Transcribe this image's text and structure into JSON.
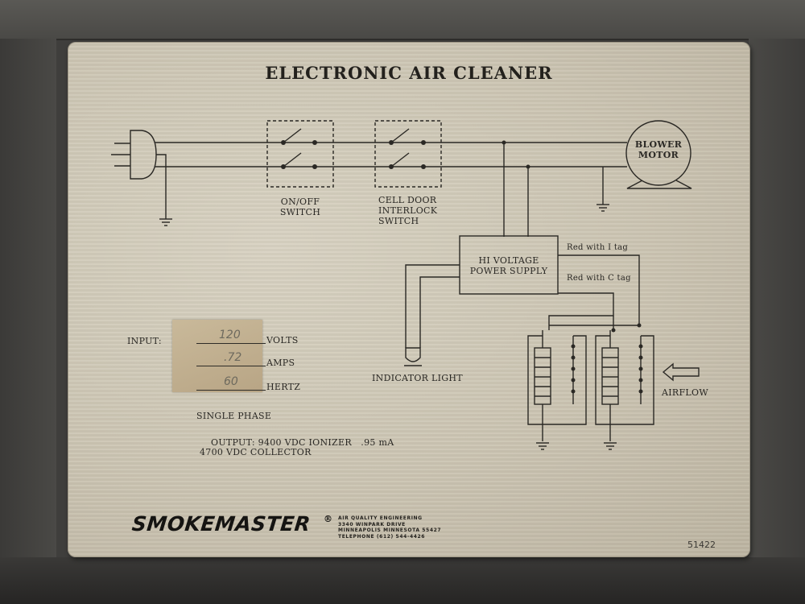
{
  "title": "ELECTRONIC AIR CLEANER",
  "labels": {
    "on_off_switch_line1": "ON/OFF",
    "on_off_switch_line2": "SWITCH",
    "cell_door_line1": "CELL DOOR",
    "cell_door_line2": "INTERLOCK",
    "cell_door_line3": "SWITCH",
    "blower_line1": "BLOWER",
    "blower_line2": "MOTOR",
    "power_supply_line1": "HI VOLTAGE",
    "power_supply_line2": "POWER SUPPLY",
    "red_i_tag": "Red with I tag",
    "red_c_tag": "Red with C tag",
    "indicator_light": "INDICATOR LIGHT",
    "airflow": "AIRFLOW"
  },
  "input": {
    "label": "INPUT:",
    "volts_label": "VOLTS",
    "amps_label": "AMPS",
    "hertz_label": "HERTZ",
    "volts_value": "120",
    "amps_value": ".72",
    "hertz_value": "60",
    "phase": "SINGLE PHASE"
  },
  "output": {
    "line1": "OUTPUT: 9400 VDC IONIZER   .95 mA",
    "line2": "4700 VDC COLLECTOR"
  },
  "brand": {
    "name": "SMOKEMASTER",
    "reg": "®",
    "line1": "AIR QUALITY ENGINEERING",
    "line2": "3340 WINPARK DRIVE",
    "line3": "MINNEAPOLIS MINNESOTA 55427",
    "line4": "TELEPHONE (612) 544-4426"
  },
  "serial": "51422",
  "colors": {
    "plate": "#d4cdbc",
    "ink": "#2a2824",
    "frame": "#3f3e3c"
  }
}
